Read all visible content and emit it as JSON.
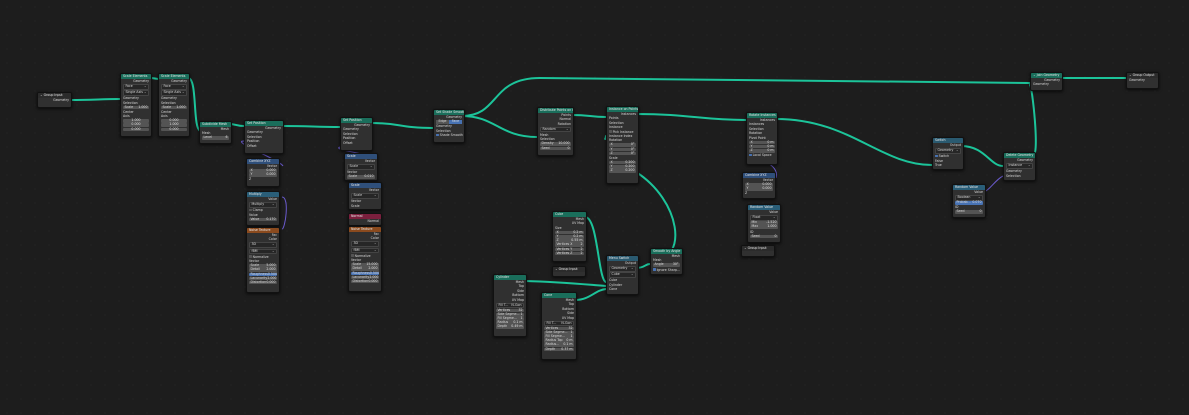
{
  "editor": {
    "type": "Geometry Node Editor",
    "link_color": "#1cc49a",
    "vector_link_color": "#6a5acd"
  },
  "nodes": {
    "group_input_1": {
      "title": "Group Input",
      "outputs": [
        "Geometry"
      ]
    },
    "scale_elements_1": {
      "title": "Scale Elements",
      "out": "Geometry",
      "mode": "Face",
      "scale_mode": "Single Axis",
      "inputs": [
        "Geometry",
        "Selection"
      ],
      "scale_label": "Scale",
      "scale_value": "1.000",
      "center": "Center",
      "axis": "Axis",
      "axis_values": [
        "1.000",
        "0.000",
        "0.000"
      ]
    },
    "scale_elements_2": {
      "title": "Scale Elements",
      "out": "Geometry",
      "mode": "Face",
      "scale_mode": "Single Axis",
      "inputs": [
        "Geometry",
        "Selection"
      ],
      "scale_label": "Scale",
      "scale_value": "1.000",
      "center": "Center",
      "axis": "Axis",
      "axis_values": [
        "0.000",
        "1.000",
        "0.000"
      ]
    },
    "subdivide_mesh": {
      "title": "Subdivide Mesh",
      "out": "Mesh",
      "in": "Mesh",
      "level_label": "Level",
      "level_value": "6"
    },
    "set_position_1": {
      "title": "Set Position",
      "out": "Geometry",
      "inputs": [
        "Geometry",
        "Selection",
        "Position",
        "Offset"
      ]
    },
    "combine_xyz_1": {
      "title": "Combine XYZ",
      "out": "Vector",
      "x_label": "X",
      "x_value": "0.000",
      "y_label": "Y",
      "y_value": "0.000",
      "z_label": "Z"
    },
    "multiply": {
      "title": "Multiply",
      "out": "Value",
      "op": "Multiply",
      "clamp": "Clamp",
      "value_in": "Value",
      "value_label": "Value",
      "value_value": "0.170"
    },
    "noise_texture_1": {
      "title": "Noise Texture",
      "outs": [
        "Fac",
        "Color"
      ],
      "dim": "3D",
      "type": "fBM",
      "normalize": "Normalize",
      "vector": "Vector",
      "params": [
        [
          "Scale",
          "5.000"
        ],
        [
          "Detail",
          "2.000"
        ],
        [
          "Roughness",
          "0.500"
        ],
        [
          "Lacunarity",
          "2.000"
        ],
        [
          "Distortion",
          "0.000"
        ]
      ]
    },
    "set_position_2": {
      "title": "Set Position",
      "out": "Geometry",
      "inputs": [
        "Geometry",
        "Selection",
        "Position",
        "Offset"
      ]
    },
    "scale_1": {
      "title": "Scale",
      "out": "Vector",
      "op": "Scale",
      "vector": "Vector",
      "scale_label": "Scale",
      "scale_value": "0.010"
    },
    "scale_2": {
      "title": "Scale",
      "out": "Vector",
      "op": "Scale",
      "vector": "Vector",
      "scale_label": "Scale"
    },
    "normal": {
      "title": "Normal",
      "out": "Normal"
    },
    "noise_texture_2": {
      "title": "Noise Texture",
      "outs": [
        "Fac",
        "Color"
      ],
      "dim": "3D",
      "type": "fBM",
      "normalize": "Normalize",
      "vector": "Vector",
      "params": [
        [
          "Scale",
          "15.000"
        ],
        [
          "Detail",
          "2.000"
        ],
        [
          "Roughness",
          "0.500"
        ],
        [
          "Lacunarity",
          "2.000"
        ],
        [
          "Distortion",
          "0.000"
        ]
      ]
    },
    "set_shade_smooth": {
      "title": "Set Shade Smooth",
      "out": "Geometry",
      "domain_opts": [
        "Edge",
        "Face"
      ],
      "inputs": [
        "Geometry",
        "Selection"
      ],
      "smooth": "Shade Smooth"
    },
    "distribute_points": {
      "title": "Distribute Points on Faces",
      "outs": [
        "Points",
        "Normal",
        "Rotation"
      ],
      "mode": "Random",
      "mesh": "Mesh",
      "selection": "Selection",
      "density_label": "Density",
      "density_value": "10.000",
      "seed_label": "Seed",
      "seed_value": "0"
    },
    "instance_on_points": {
      "title": "Instance on Points",
      "out": "Instances",
      "inputs": [
        "Points",
        "Selection",
        "Instance"
      ],
      "pick": "Pick Instance",
      "index": "Instance Index",
      "rotation": "Rotation",
      "rot_values": [
        [
          "X",
          "0°"
        ],
        [
          "Y",
          "0°"
        ],
        [
          "Z",
          "0°"
        ]
      ],
      "scale": "Scale",
      "scale_values": [
        [
          "X",
          "0.200"
        ],
        [
          "Y",
          "0.200"
        ],
        [
          "Z",
          "0.200"
        ]
      ]
    },
    "cube": {
      "title": "Cube",
      "outs": [
        "Mesh",
        "UV Map"
      ],
      "size": "Size",
      "size_values": [
        [
          "X",
          "0.2 m"
        ],
        [
          "Y",
          "0.2 m"
        ],
        [
          "Z",
          "0.55 m"
        ]
      ],
      "verts": [
        [
          "Vertices X",
          "2"
        ],
        [
          "Vertices Y",
          "2"
        ],
        [
          "Vertices Z",
          "2"
        ]
      ]
    },
    "group_input_2": {
      "title": "Group Input"
    },
    "cylinder": {
      "title": "Cylinder",
      "outs": [
        "Mesh",
        "Top",
        "Side",
        "Bottom",
        "UV Map"
      ],
      "fill_label": "Fill T...",
      "fill_value": "N-Gon",
      "params": [
        [
          "Vertices",
          "32"
        ],
        [
          "Side Segme...",
          "1"
        ],
        [
          "Fill Segme...",
          "1"
        ],
        [
          "Radius",
          "0.1 m"
        ],
        [
          "Depth",
          "0.49 m"
        ]
      ]
    },
    "cone": {
      "title": "Cone",
      "outs": [
        "Mesh",
        "Top",
        "Bottom",
        "Side",
        "UV Map"
      ],
      "fill_label": "Fill T...",
      "fill_value": "N-Gon",
      "params": [
        [
          "Vertices",
          "32"
        ],
        [
          "Side Segme...",
          "1"
        ],
        [
          "Fill Segme...",
          "1"
        ],
        [
          "Radius Top",
          "0 m"
        ],
        [
          "Radius...",
          "0.1 m"
        ],
        [
          "Depth",
          "0.37 m"
        ]
      ]
    },
    "menu_switch": {
      "title": "Menu Switch",
      "out": "Output",
      "type": "Geometry",
      "menu": "Cube",
      "inputs": [
        "Cube",
        "Cylinder",
        "Cone"
      ]
    },
    "smooth_by_angle": {
      "title": "Smooth by Angle",
      "out": "Mesh",
      "in": "Mesh",
      "angle_label": "Angle",
      "angle_value": "30°",
      "ignore": "Ignore Sharp..."
    },
    "rotate_instances": {
      "title": "Rotate Instances",
      "out": "Instances",
      "inputs": [
        "Instances",
        "Selection",
        "Rotation",
        "Pivot Point"
      ],
      "pivot": [
        [
          "X",
          "0 m"
        ],
        [
          "Y",
          "0 m"
        ],
        [
          "Z",
          "0 m"
        ]
      ],
      "local": "Local Space"
    },
    "combine_xyz_2": {
      "title": "Combine XYZ",
      "out": "Vector",
      "x_label": "X",
      "x_value": "0.000",
      "y_label": "Y",
      "y_value": "0.000",
      "z_label": "Z"
    },
    "random_value_1": {
      "title": "Random Value",
      "out": "Value",
      "type": "Float",
      "min_label": "Min",
      "min_value": "-1.520",
      "max_label": "Max",
      "max_value": "1.000",
      "id": "ID",
      "seed_label": "Seed",
      "seed_value": "0"
    },
    "group_input_3": {
      "title": "Group Input"
    },
    "switch": {
      "title": "Switch",
      "out": "Output",
      "type": "Geometry",
      "switch_label": "Switch",
      "inputs": [
        "False",
        "True"
      ]
    },
    "random_value_2": {
      "title": "Random Value",
      "out": "Value",
      "type": "Boolean",
      "prob_label": "Probab...",
      "prob_value": "0.070",
      "id": "ID",
      "seed_label": "Seed",
      "seed_value": "0"
    },
    "delete_geometry": {
      "title": "Delete Geometry",
      "out": "Geometry",
      "domain": "Instance",
      "inputs": [
        "Geometry",
        "Selection"
      ]
    },
    "join_geometry": {
      "title": "Join Geometry",
      "out": "Geometry",
      "in": "Geometry"
    },
    "group_output": {
      "title": "Group Output",
      "in": "Geometry"
    }
  }
}
